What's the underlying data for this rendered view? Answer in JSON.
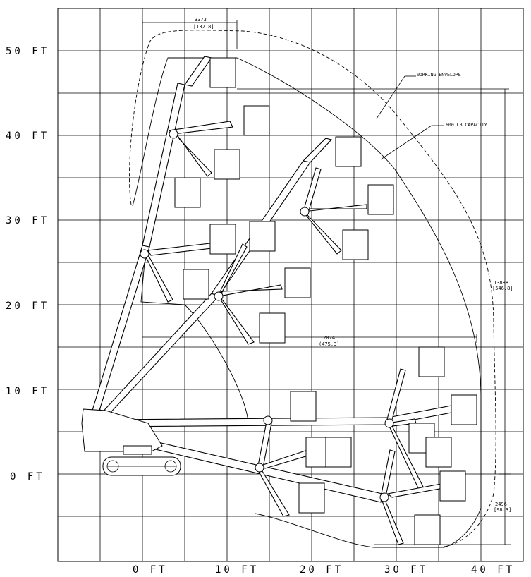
{
  "axes": {
    "y_labels": [
      "50 FT",
      "40 FT",
      "30 FT",
      "20 FT",
      "10 FT",
      "0 FT"
    ],
    "x_labels": [
      "0 FT",
      "10 FT",
      "20 FT",
      "30 FT",
      "40 FT"
    ]
  },
  "dimensions": {
    "top_width": {
      "value": "3373",
      "alt": "[132.8]"
    },
    "reach": {
      "value": "12074",
      "alt": "(475.3)"
    },
    "height_up": {
      "value": "13888",
      "alt": "[546.8]"
    },
    "height_down": {
      "value": "2496",
      "alt": "[98.3]"
    }
  },
  "notes": {
    "working_envelope": "WORKING ENVELOPE",
    "capacity": "600 LB CAPACITY"
  }
}
